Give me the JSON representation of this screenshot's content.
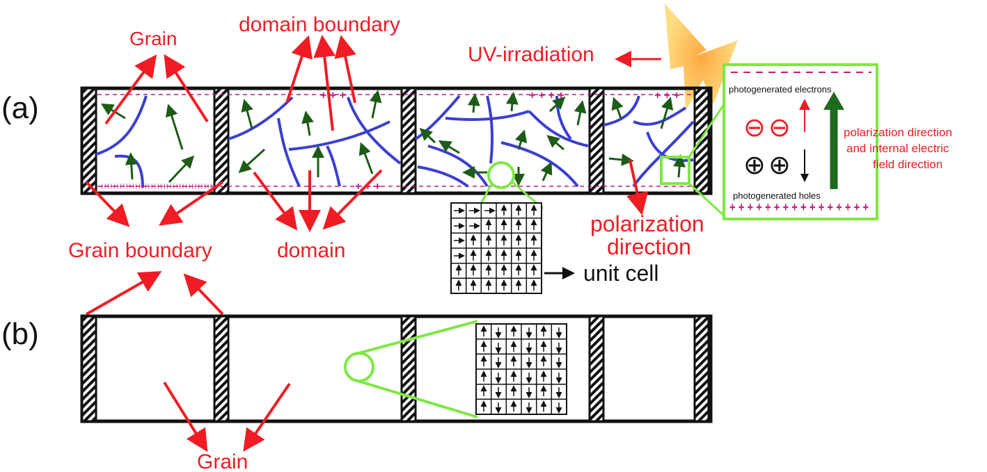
{
  "panel_labels": {
    "a": "(a)",
    "b": "(b)"
  },
  "labels": {
    "grain_top": "Grain",
    "domain_boundary": "domain boundary",
    "uv": "UV-irradiation",
    "grain_boundary": "Grain boundary",
    "domain": "domain",
    "polarization_1": "polarization",
    "polarization_2": "direction",
    "unit_cell": "unit cell",
    "grain_bottom": "Grain"
  },
  "inset": {
    "electrons": "photogenerated electrons",
    "holes": "photogenerated holes",
    "field_1": "polarization direction",
    "field_2": "and internal electric",
    "field_3": "field direction",
    "minus_symbol": "⊖",
    "plus_symbol": "⊕"
  },
  "charges": {
    "plus_row_bottom_a": "+ + + + + + + + + + + + + + + + + + + + + + + + + + + + + + + + + + + +",
    "plus_row_inset": "+ + + + + + + + + + + + + + + +"
  },
  "colors": {
    "accent_red": "#ef1c24",
    "green_highlight": "#7ee843",
    "domain_blue": "#3b3fcf",
    "arrow_green": "#1d5b17",
    "charge_magenta": "#c2187f"
  }
}
